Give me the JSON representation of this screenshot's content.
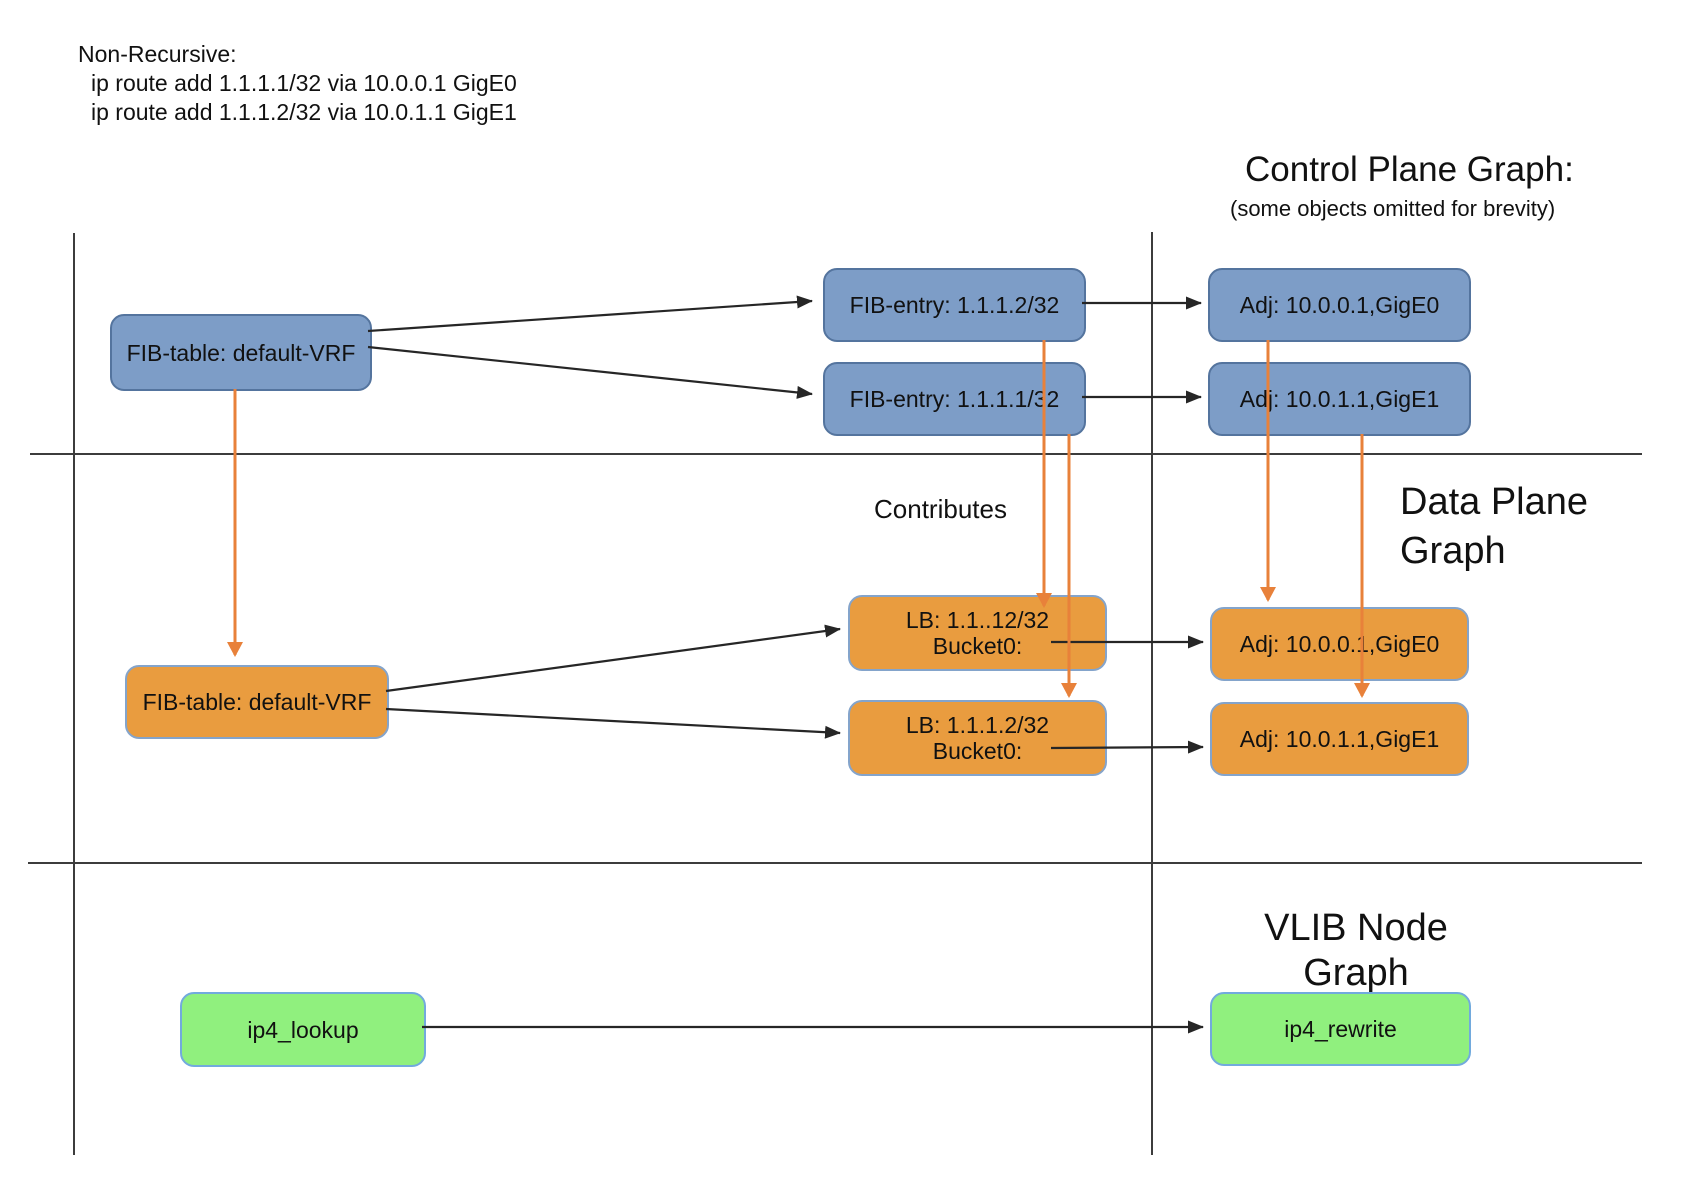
{
  "colors": {
    "blue-fill": "#7d9dc7",
    "blue-border": "#54749e",
    "orange-fill": "#e99c3f",
    "orange-border": "#84a4cb",
    "green-fill": "#90f07e",
    "green-border": "#72aadd",
    "arrow-orange": "#e8813a",
    "line": "#262626",
    "divider": "#3c3c3c"
  },
  "note": {
    "title": "Non-Recursive:",
    "lines": [
      "ip route add 1.1.1.1/32 via 10.0.0.1 GigE0",
      "ip route add 1.1.1.2/32 via 10.0.1.1 GigE1"
    ]
  },
  "sections": {
    "control_plane": {
      "title": "Control Plane Graph:",
      "subtitle": "(some objects omitted for brevity)"
    },
    "data_plane": {
      "title_line1": "Data Plane",
      "title_line2": "Graph",
      "contributes_label": "Contributes"
    },
    "vlib": {
      "title_line1": "VLIB Node",
      "title_line2": "Graph"
    }
  },
  "nodes": {
    "cp_fib_table": {
      "label": "FIB-table: default-VRF"
    },
    "cp_fib_entry_2": {
      "label": "FIB-entry: 1.1.1.2/32"
    },
    "cp_fib_entry_1": {
      "label": "FIB-entry: 1.1.1.1/32"
    },
    "cp_adj_gige0": {
      "label": "Adj: 10.0.0.1,GigE0"
    },
    "cp_adj_gige1": {
      "label": "Adj: 10.0.1.1,GigE1"
    },
    "dp_fib_table": {
      "label": "FIB-table: default-VRF"
    },
    "dp_lb_1": {
      "line1": "LB: 1.1..12/32",
      "line2": "Bucket0:"
    },
    "dp_lb_2": {
      "line1": "LB: 1.1.1.2/32",
      "line2": "Bucket0:"
    },
    "dp_adj_gige0": {
      "label": "Adj: 10.0.0.1,GigE0"
    },
    "dp_adj_gige1": {
      "label": "Adj: 10.0.1.1,GigE1"
    },
    "vlib_ip4_lookup": {
      "label": "ip4_lookup"
    },
    "vlib_ip4_rewrite": {
      "label": "ip4_rewrite"
    }
  }
}
